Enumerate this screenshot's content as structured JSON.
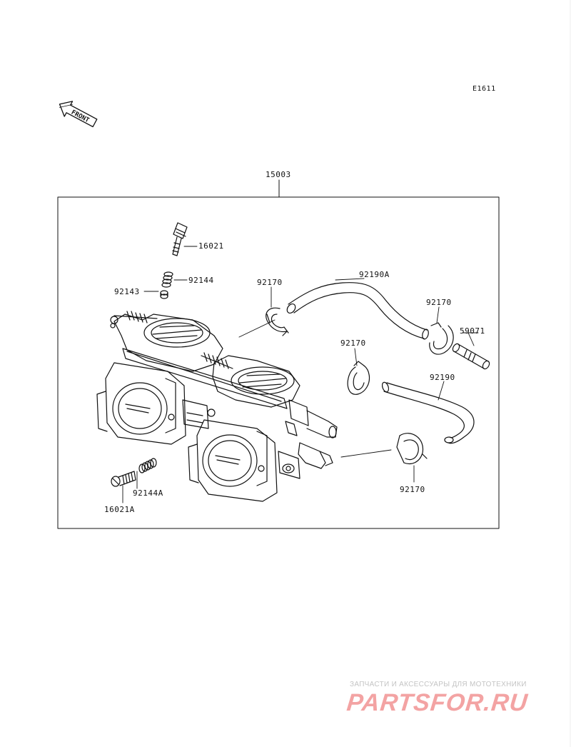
{
  "diagram": {
    "code": "E1611",
    "front_label": "FRONT",
    "assembly_number": "15003",
    "part_labels": {
      "p16021": "16021",
      "p92144": "92144",
      "p92143": "92143",
      "p92170_a": "92170",
      "p92190A": "92190A",
      "p92170_b": "92170",
      "p59071": "59071",
      "p92170_c": "92170",
      "p92190": "92190",
      "p92170_d": "92170",
      "p92144A": "92144A",
      "p16021A": "16021A"
    }
  },
  "watermark": {
    "caption": "ЗАПЧАСТИ И АКСЕССУАРЫ ДЛЯ МОТОТЕХНИКИ",
    "brand": "PARTSFOR.RU",
    "color": "#f3a3a3"
  },
  "colors": {
    "line": "#111111",
    "background": "#ffffff"
  }
}
